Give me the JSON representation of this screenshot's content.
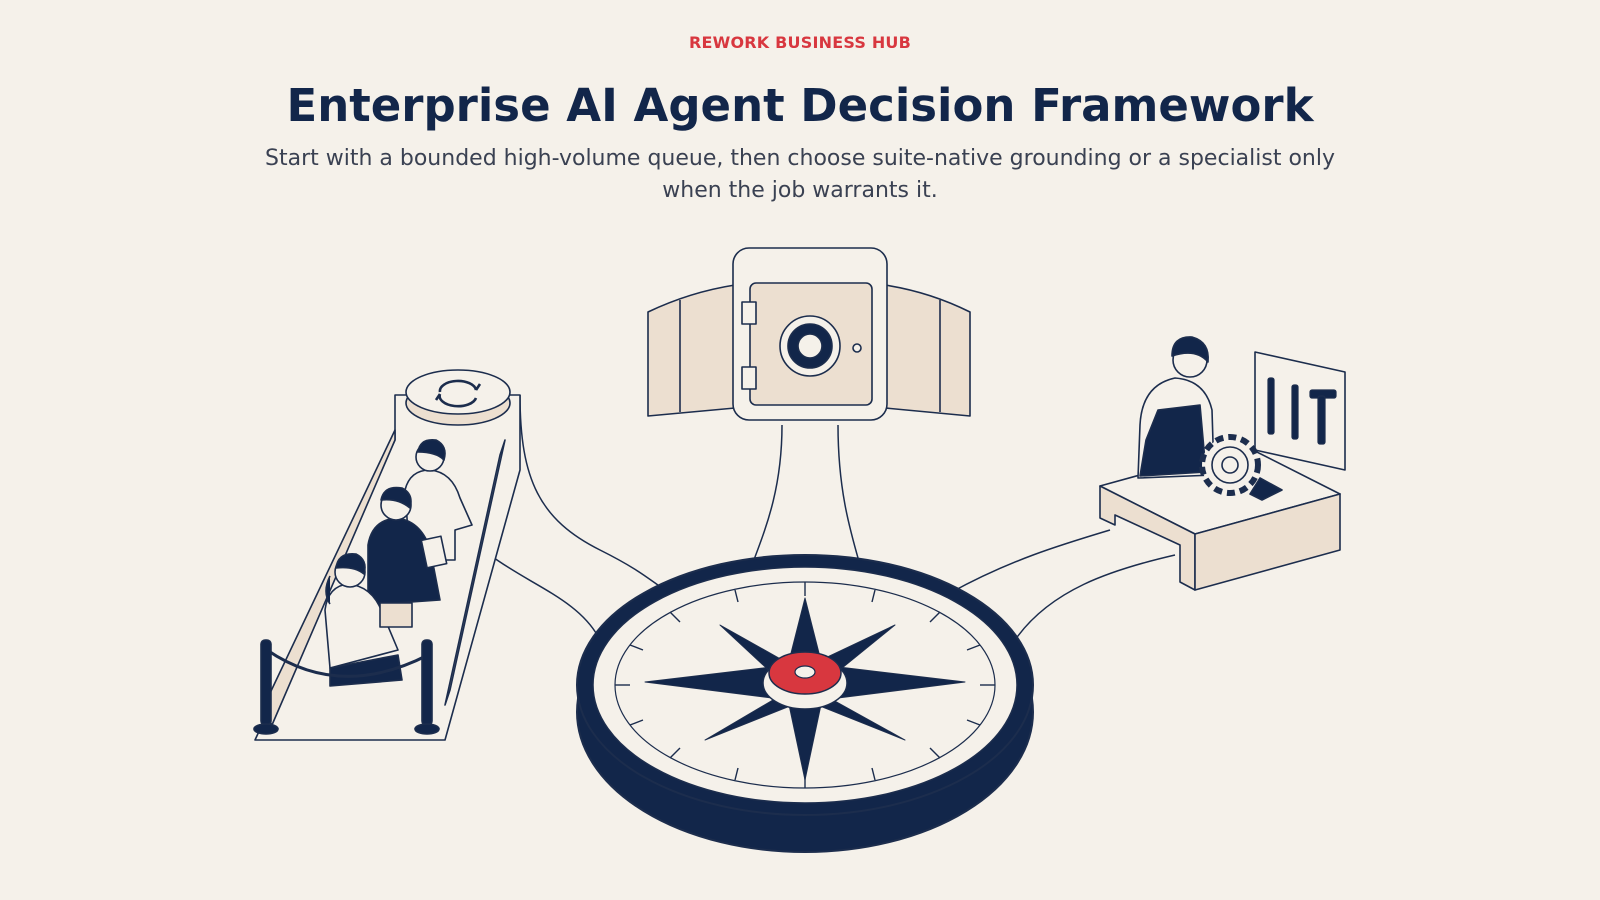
{
  "header": {
    "brand": "REWORK BUSINESS HUB",
    "title": "Enterprise AI Agent Decision Framework",
    "subtitle": "Start with a bounded high-volume queue, then choose suite-native grounding or a specialist only when the job warrants it."
  },
  "colors": {
    "background": "#f5f1ea",
    "navy": "#12264a",
    "accent_red": "#d8373f",
    "panel_fill": "#ecdfd0"
  },
  "illustration": {
    "nodes": [
      {
        "id": "queue",
        "icon": "people-queue-icon"
      },
      {
        "id": "vault",
        "icon": "safe-vault-icon"
      },
      {
        "id": "specialist",
        "icon": "mechanic-workbench-icon"
      },
      {
        "id": "compass",
        "icon": "compass-icon"
      }
    ]
  }
}
